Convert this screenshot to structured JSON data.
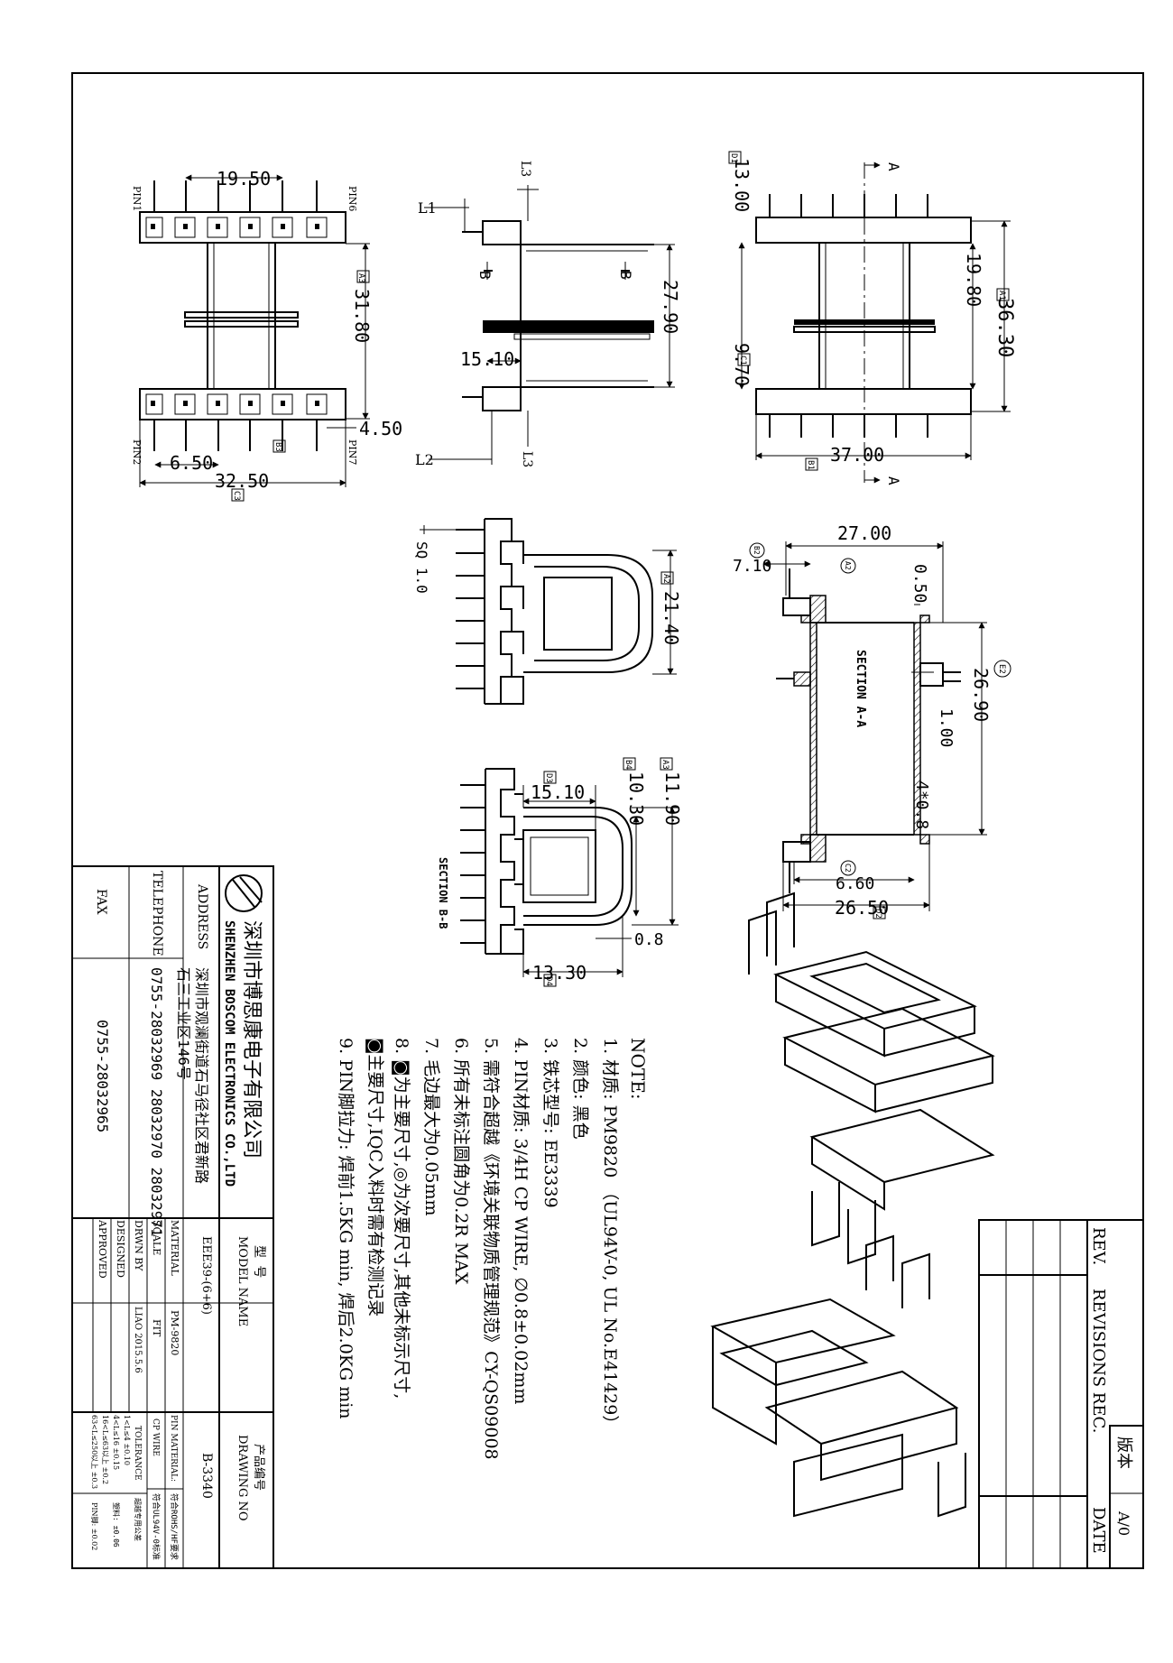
{
  "drawing": {
    "dims": {
      "front": [
        "19.50",
        "31.80",
        "4.50",
        "6.50",
        "32.50"
      ],
      "side": [
        "27.90",
        "15.10"
      ],
      "right": [
        "13.00",
        "19.80",
        "36.30",
        "9.70",
        "37.00"
      ],
      "secA": [
        "27.00",
        "7.10",
        "0.50",
        "26.90",
        "1.00",
        "4*0.8",
        "6.60",
        "26.50"
      ],
      "bottomLeft": [
        "21.40",
        "SQ 1.0"
      ],
      "secB": [
        "15.10",
        "10.30",
        "11.90",
        "0.8",
        "13.30"
      ]
    },
    "labels": {
      "pin1": "PIN1",
      "pin6": "PIN6",
      "pin2": "PIN2",
      "pin7": "PIN7",
      "l1": "L1",
      "l2": "L2",
      "l3a": "L3",
      "l3b": "L3",
      "bLeft": "B",
      "bRight": "B",
      "aTop": "A",
      "aBottom": "A",
      "sectionA": "SECTION A-A",
      "sectionB": "SECTION B-B",
      "tagA1": "A1",
      "tagA2": "A2",
      "tagA3": "A3",
      "tagB1": "B1",
      "tagB2": "B2",
      "tagB3": "B3",
      "tagB4": "B4",
      "tagC1": "C1",
      "tagC2": "C2",
      "tagC3": "C3",
      "tagD1": "D1",
      "tagD2": "D2",
      "tagD3": "D3",
      "tagD4": "D4",
      "tagE2": "E2"
    },
    "notes": {
      "title": "NOTE:",
      "items": [
        "1. 材质: PM9820 （UL94V-0, UL No.E41429）",
        "2. 颜色: 黑色",
        "3. 铁芯型号: EE3339",
        "4. PIN材质: 3/4H CP WIRE, ∅0.8±0.02mm",
        "5. 需符合超越《环境关联物质管理规范》CY-QS09008",
        "6. 所有未标注圆角为0.2R MAX",
        "7. 毛边最大为0.05mm",
        "8. ◙为主要尺寸,◎为次要尺寸,其他未标示尺寸,",
        "   ◙主要尺寸,IQC入料时需有检测记录",
        "9. PIN脚拉力: 焊前1.5KG min, 焊后2.0KG min"
      ]
    },
    "revisions": {
      "rev": "REV.",
      "rec": "REVISIONS REC.",
      "date": "DATE",
      "version_label": "版本",
      "version": "A/0"
    },
    "titleblock": {
      "company_cn": "深圳市博思康电子有限公司",
      "company_en": "SHENZHEN BOSCOM ELECTRONICS CO.,LTD",
      "address_label": "ADDRESS",
      "address_1": "深圳市观澜街道石马径社区君新路",
      "address_2": "石三工业区146号",
      "telephone_label": "TELEPHONE",
      "telephone": "0755-28032969 28032970 28032971",
      "fax_label": "FAX",
      "fax": "0755-28032965",
      "model_cn": "型  号",
      "model_label": "MODEL NAME",
      "model": "EEE39-(6+6)",
      "material_label": "MATERIAL",
      "material": "PM-9820",
      "scale_label": "SCALE",
      "scale": "FIT",
      "drwn_label": "DRWN BY",
      "drwn": "LIAO 2015.5.6",
      "designed_label": "DESIGNED",
      "approved_label": "APPROVED",
      "drawing_cn": "产品编号",
      "drawing_label": "DRAWING NO",
      "drawing_no": "B-3340",
      "pin_material_label": "PIN MATERIAL:",
      "pin_material": "CP WIRE",
      "rohs": "符合ROHS/HF要求",
      "ul": "符合UL94V-0标准",
      "tolerance_label": "TOLERANCE",
      "tolerance_note": "超越专用公差",
      "tol": [
        "1<L≤4   ±0.10",
        "4<L≤16  ±0.15",
        "16<L≤63以上 ±0.2",
        "63<L≤250以上 ±0.3"
      ],
      "tol2": [
        "塑料: ±0.06",
        "PIN脚: ±0.02"
      ]
    }
  }
}
